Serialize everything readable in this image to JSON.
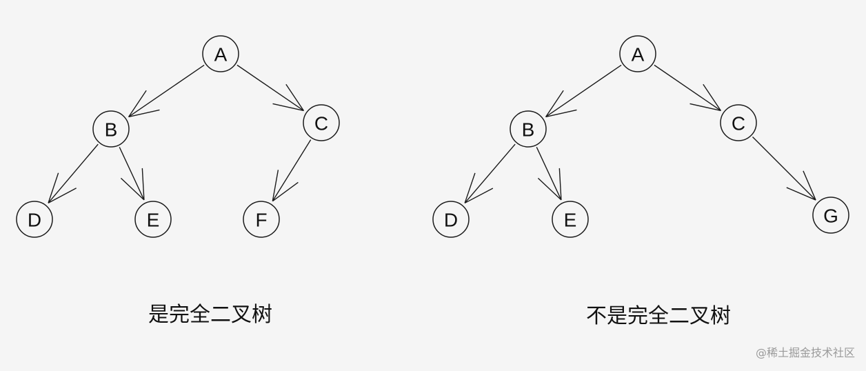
{
  "trees": [
    {
      "caption": "是完全二叉树",
      "nodes": [
        {
          "id": "A",
          "label": "A"
        },
        {
          "id": "B",
          "label": "B"
        },
        {
          "id": "C",
          "label": "C"
        },
        {
          "id": "D",
          "label": "D"
        },
        {
          "id": "E",
          "label": "E"
        },
        {
          "id": "F",
          "label": "F"
        }
      ],
      "edges": [
        [
          "A",
          "B"
        ],
        [
          "A",
          "C"
        ],
        [
          "B",
          "D"
        ],
        [
          "B",
          "E"
        ],
        [
          "C",
          "F"
        ]
      ]
    },
    {
      "caption": "不是完全二叉树",
      "nodes": [
        {
          "id": "A",
          "label": "A"
        },
        {
          "id": "B",
          "label": "B"
        },
        {
          "id": "C",
          "label": "C"
        },
        {
          "id": "D",
          "label": "D"
        },
        {
          "id": "E",
          "label": "E"
        },
        {
          "id": "G",
          "label": "G"
        }
      ],
      "edges": [
        [
          "A",
          "B"
        ],
        [
          "A",
          "C"
        ],
        [
          "B",
          "D"
        ],
        [
          "B",
          "E"
        ],
        [
          "C",
          "G"
        ]
      ]
    }
  ],
  "watermark": "@稀土掘金技术社区",
  "colors": {
    "stroke": "#1a1a1a",
    "background": "#f5f5f5",
    "text": "#111111",
    "watermark": "#9a9a9a"
  }
}
